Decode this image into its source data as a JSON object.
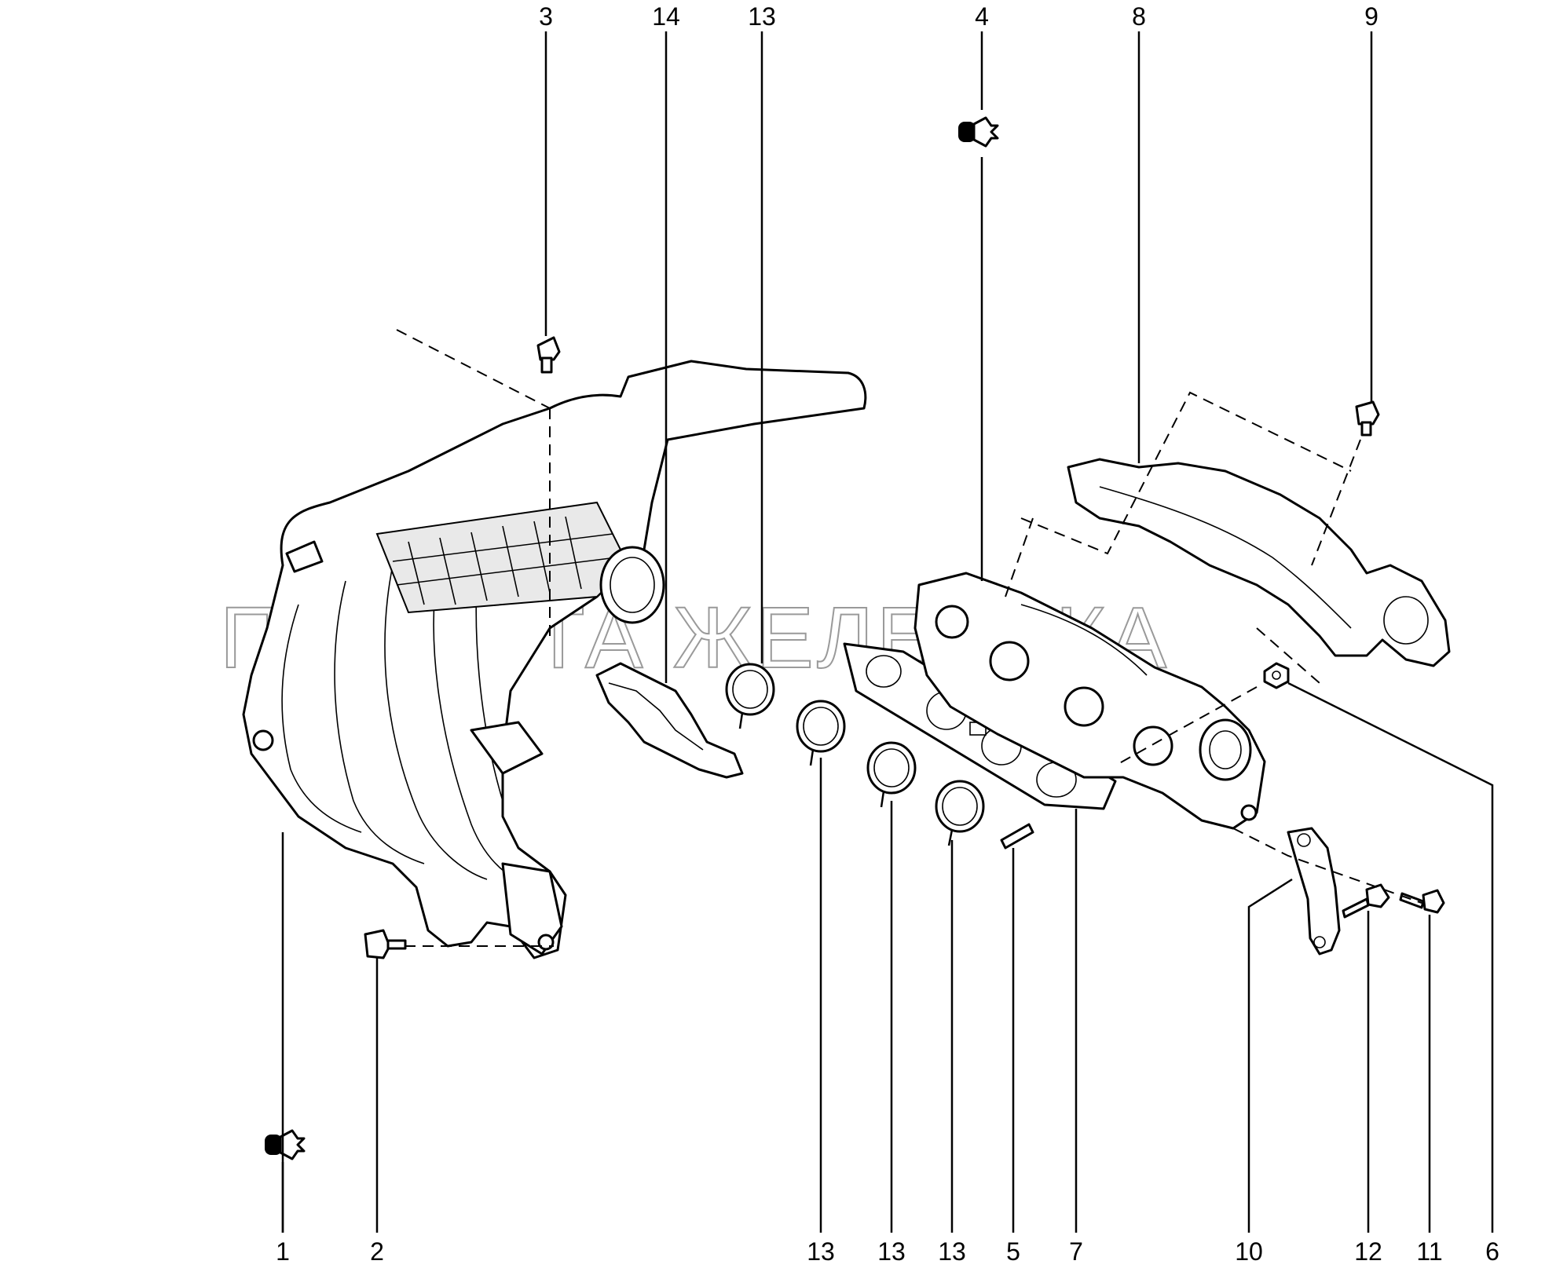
{
  "watermark": "ПЛАНЕТА ЖЕЛЕЗЯКА",
  "callouts": {
    "c1": "1",
    "c2": "2",
    "c3": "3",
    "c4": "4",
    "c5": "5",
    "c6": "6",
    "c7": "7",
    "c8": "8",
    "c9": "9",
    "c10": "10",
    "c11": "11",
    "c12": "12",
    "c13a": "13",
    "c13b": "13",
    "c13c": "13",
    "c13d": "13",
    "c14": "14"
  },
  "icons": {
    "clip_icon_1": "push-clip-icon",
    "clip_icon_4": "push-clip-icon"
  }
}
